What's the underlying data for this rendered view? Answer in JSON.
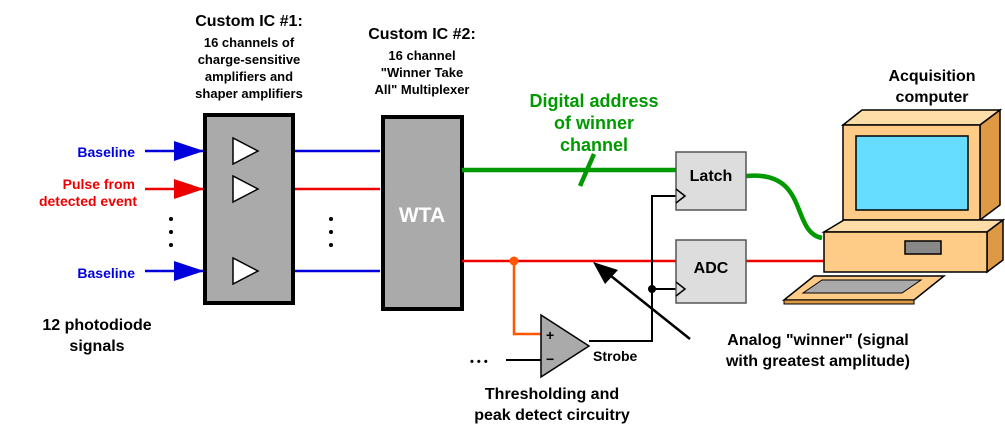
{
  "ic1": {
    "title": "Custom IC #1:",
    "desc_lines": [
      "16 channels of",
      "charge-sensitive",
      "amplifiers and",
      "shaper amplifiers"
    ]
  },
  "ic2": {
    "title": "Custom IC #2:",
    "desc_lines": [
      "16 channel",
      "\"Winner Take",
      "All\" Multiplexer"
    ],
    "box_label": "WTA"
  },
  "inputs": {
    "baseline_top": "Baseline",
    "pulse_lines": [
      "Pulse from",
      "detected event"
    ],
    "baseline_bottom": "Baseline",
    "vdots": "⋮",
    "caption_lines": [
      "12 photodiode",
      "signals"
    ]
  },
  "digital": {
    "label_lines": [
      "Digital address",
      "of winner",
      "channel"
    ]
  },
  "latch": {
    "label": "Latch"
  },
  "adc": {
    "label": "ADC"
  },
  "computer": {
    "label_lines": [
      "Acquisition",
      "computer"
    ]
  },
  "comparator": {
    "plus": "+",
    "minus": "−",
    "input_dots": "• • •",
    "strobe": "Strobe",
    "caption_lines": [
      "Thresholding and",
      "peak detect circuitry"
    ]
  },
  "analog": {
    "label_lines": [
      "Analog \"winner\" (signal",
      "with greatest amplitude)"
    ]
  },
  "colors": {
    "baseline": "#0000dd",
    "pulse": "#ee0000",
    "digital": "#009900",
    "comparator_wire": "#ff5500",
    "chip_fill": "#aaaaaa",
    "latch_fill": "#dddddd",
    "computer_body": "#ffcc88",
    "screen": "#66ddff"
  }
}
